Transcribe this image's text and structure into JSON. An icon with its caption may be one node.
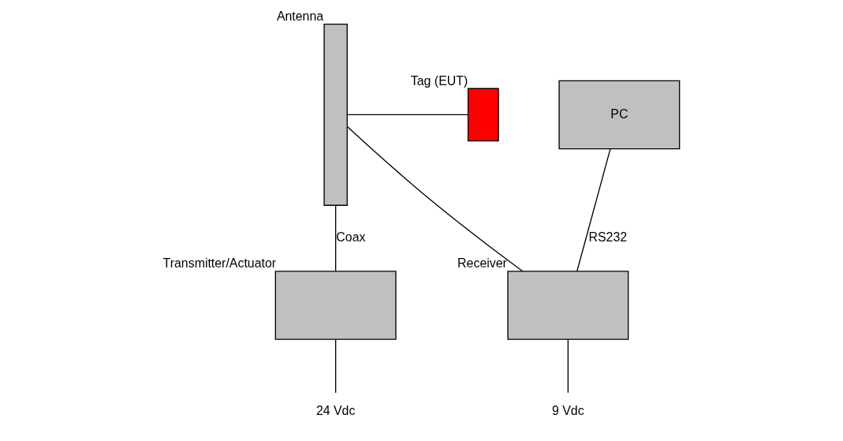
{
  "diagram": {
    "nodes": [
      {
        "text": [
          "Antenna"
        ]
      },
      {
        "text": [
          "Tag (EUT)"
        ]
      },
      {
        "text": [
          "PC"
        ]
      },
      {
        "text": [
          "Transmitter/Actuator"
        ]
      },
      {
        "text": [
          "Receiver"
        ]
      },
      {
        "text": [
          "24 Vdc"
        ]
      },
      {
        "text": [
          "9 Vdc"
        ]
      }
    ],
    "edges": [
      {
        "from": 0,
        "to": 3,
        "arrow": "none",
        "label": "Coax"
      },
      {
        "from": 0,
        "to": 1,
        "arrow": "none"
      },
      {
        "from": 0,
        "to": 4,
        "arrow": "none"
      },
      {
        "from": 2,
        "to": 4,
        "arrow": "none",
        "label": "RS232"
      },
      {
        "from": 3,
        "to": 5,
        "arrow": "none"
      },
      {
        "from": 4,
        "to": 6,
        "arrow": "none"
      }
    ]
  }
}
